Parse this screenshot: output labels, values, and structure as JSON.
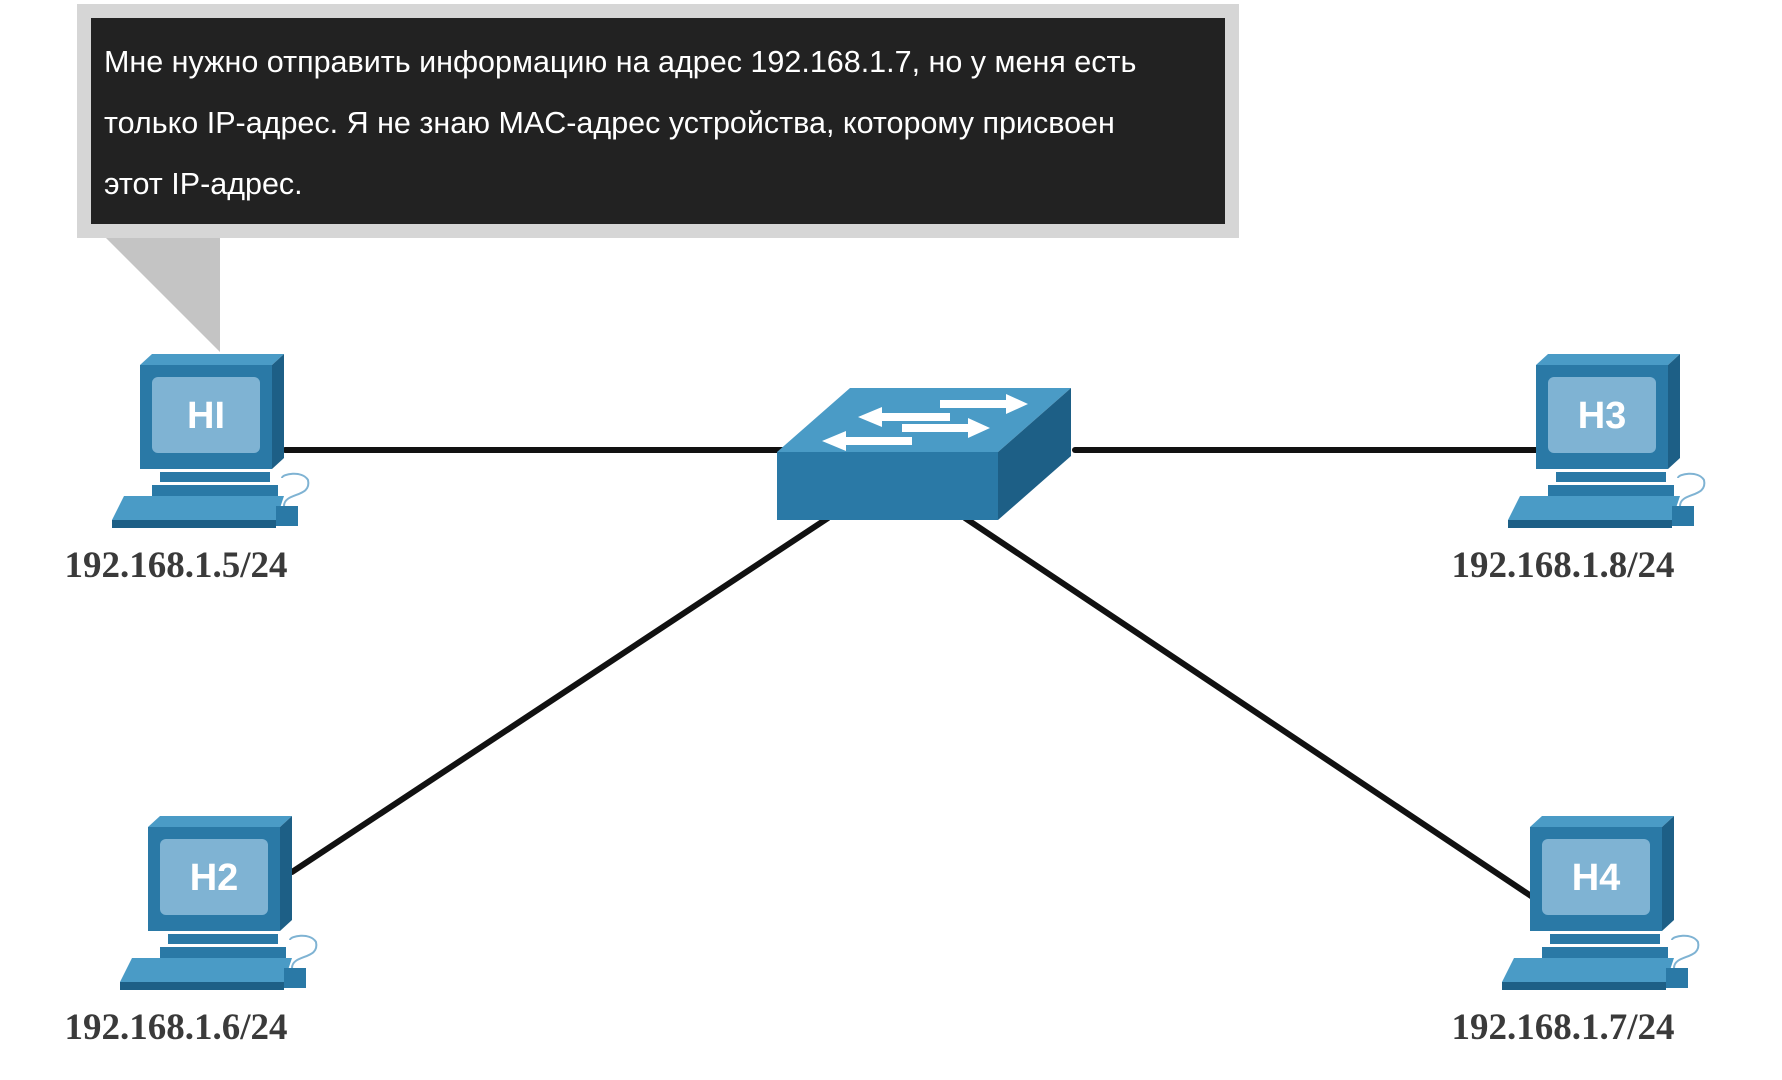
{
  "callout": {
    "lines": [
      "Мне нужно отправить информацию на адрес 192.168.1.7, но у меня есть",
      "только IP-адрес. Я не знаю MAC-адрес устройства, которому присвоен",
      "этот IP-адрес."
    ]
  },
  "hosts": [
    {
      "label": "HI",
      "ip": "192.168.1.5/24"
    },
    {
      "label": "H2",
      "ip": "192.168.1.6/24"
    },
    {
      "label": "H3",
      "ip": "192.168.1.8/24"
    },
    {
      "label": "H4",
      "ip": "192.168.1.7/24"
    }
  ],
  "colors": {
    "device_face": "#2a79a6",
    "device_top": "#4a9bc6",
    "device_side": "#1d5f86",
    "screen": "#7fb3d3",
    "link": "#111111",
    "bubble_fill": "#222222",
    "bubble_border": "#d6d6d6"
  },
  "icons": {
    "switch": "switch-icon",
    "pc": "pc-icon"
  }
}
